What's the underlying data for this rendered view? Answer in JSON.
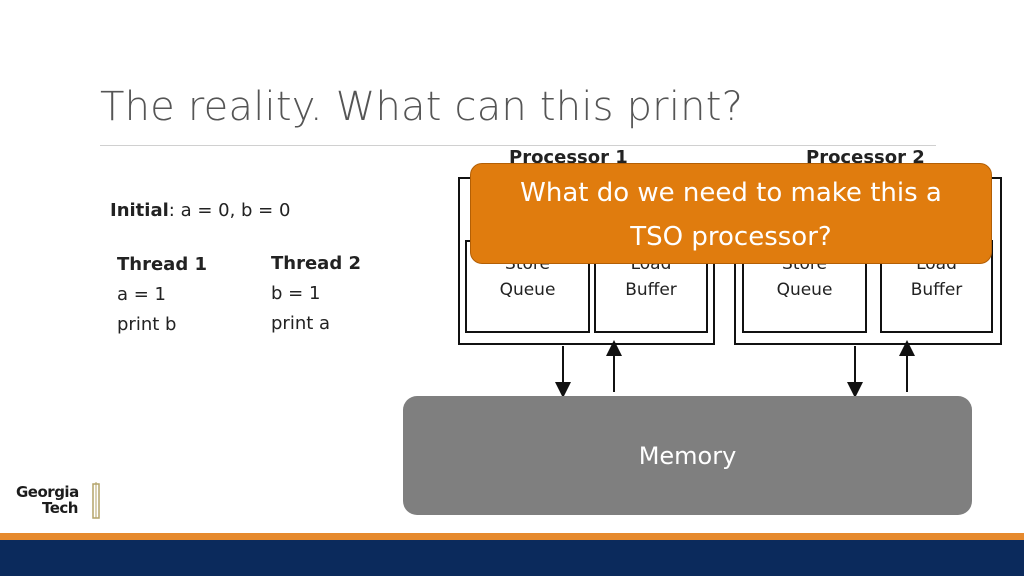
{
  "slide": {
    "title": "The reality.  What can this print?"
  },
  "initial": {
    "label": "Initial",
    "value": ": a = 0, b = 0"
  },
  "threads": [
    {
      "name": "Thread 1",
      "lines": [
        "a = 1",
        "print b"
      ]
    },
    {
      "name": "Thread 2",
      "lines": [
        "b = 1",
        "print a"
      ]
    }
  ],
  "processors": [
    {
      "label": "Processor 1",
      "store_queue": [
        "Store",
        "Queue"
      ],
      "load_buffer": [
        "Load",
        "Buffer"
      ]
    },
    {
      "label": "Processor 2",
      "store_queue": [
        "Store",
        "Queue"
      ],
      "load_buffer": [
        "Load",
        "Buffer"
      ]
    }
  ],
  "memory": {
    "label": "Memory"
  },
  "callout": {
    "lines": [
      "What do we need to make this a",
      "TSO processor?"
    ]
  },
  "logo": {
    "lines": [
      "Georgia",
      "Tech"
    ]
  },
  "colors": {
    "callout": "#e07c0e",
    "memory": "#7f7f7f",
    "band_orange": "#e68a2e",
    "band_navy": "#0b2a5c"
  }
}
